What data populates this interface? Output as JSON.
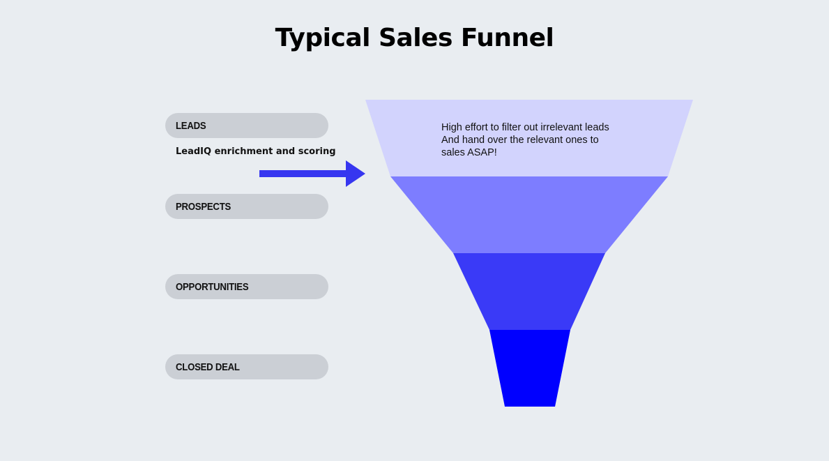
{
  "title": "Typical Sales Funnel",
  "stages": [
    {
      "label": "LEADS"
    },
    {
      "label": "PROSPECTS"
    },
    {
      "label": "OPPORTUNITIES"
    },
    {
      "label": "CLOSED DEAL"
    }
  ],
  "annotation_left": "LeadIQ enrichment and scoring",
  "annotation_funnel": {
    "lines": [
      "High effort to filter out irrelevant leads",
      "And hand over the relevant ones to",
      "sales ASAP!"
    ]
  },
  "colors": {
    "background": "#e9edf1",
    "pill": "#cbcfd5",
    "arrow": "#3636f0",
    "layer_1": "#d2d3fd",
    "layer_2": "#7d7dff",
    "layer_3": "#3a3af7",
    "layer_4": "#0000ff"
  }
}
